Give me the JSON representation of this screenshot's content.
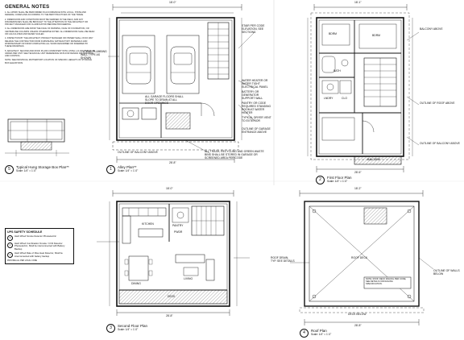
{
  "general_notes": {
    "title": "GENERAL NOTES",
    "paragraphs": [
      "1. ALL WORK SHALL BE PERFORMED IN ACCORDANCE WITH LOCAL, STATE AND FEDERAL CODES AND ACCORDING TO THE BEST PRACTICES OF THE TRADE.",
      "2. DIMENSIONS AND CONDITIONS MUST BE VERIFIED IN THE FIELD, AND ANY DISCREPANCIES SHALL BE BROUGHT TO THE ATTENTION OF THE ARCHITECT OR PROJECT MANAGER FOR CLARIFICATION BEFORE PROCEEDING.",
      "3. ALL DIMENSIONS ARE FROM THE FACE OF FRAMING, FACE OF FOUNDATION, OR CENTERLINE COLUMNS UNLESS OTHERWISE NOTED. ALL DIMENSIONS SHALL BE READ OR CALCULATED AND NEVER SCALED.",
      "4. INSPECTION BY THE ARCHITECT, PROJECT MANAGER OR OWNER SHALL IN NO WAY RELIEVE THE CONTRACTOR FROM FURNISHING SATISFACTORY MATERIALS AND WORKMANSHIP OR FROM COMPLETING ALL WORK DESCRIBED OR INFERRED BY THESE DRAWINGS.",
      "5. ARCHITECT, SECOND AND ROOF PLANS CONSISTENT WITH LISTEL L-D-A -1, THE PLAN VARIES PER UNIT. SEE TECHNICAL UNIT REFERENCE DATA FOR DESIGN INFORMATION AND CONTROL.",
      "NOTE: SEE INDIVIDUAL MATTERPORT LOCATION OF SPECIFIC HEIGHTS OF STORAGE BOX ELEVATIONS."
    ]
  },
  "plans": {
    "storage": {
      "num": "5",
      "title": "Typical Hung Storage Box Plan**",
      "scale": "Scale: 1/4\" = 1'-0\""
    },
    "alley": {
      "num": "1",
      "title": "Alley Plan**",
      "scale": "Scale: 1/4\" = 1'-0\""
    },
    "first": {
      "num": "2",
      "title": "First Floor Plan",
      "scale": "Scale: 1/4\" = 1'-0\""
    },
    "second": {
      "num": "3",
      "title": "Second Floor Plan",
      "scale": "Scale: 1/4\" = 1'-0\""
    },
    "roof": {
      "num": "4",
      "title": "Roof Plan",
      "scale": "Scale: 1/4\" = 1'-0\""
    }
  },
  "dimensions": {
    "alley_top": "18'-0\"",
    "alley_bottom": "28'-8\"",
    "first_top": "18'-1\"",
    "first_bottom": "28'-6\"",
    "second_top": "18'-0\"",
    "second_bottom": "28'-8\"",
    "roof_top": "18'-2\"",
    "roof_bottom": "28'-8\""
  },
  "alley_labels": {
    "wall_note": "TYPICAL PLUMBING WALL TYPE AS SHOWN",
    "garage_note": "ALL GARAGE FLOORS SHALL SLOPE TO DRAIN AT ALL DOOR OPENINGS",
    "stair_note": "STAIR PER CODE ELEVATION, SEE SECTIONS",
    "callout_1": "WATER HEATER OR WATER TIGHT ELECTRICAL PANEL",
    "callout_2": "BATTERY OR GENERATOR SUPPORT WALL",
    "callout_3": "PANTRY OR CODE REQUIRED STANDING ROOM AT WATER HEATER",
    "callout_4": "TYPICAL DRYER VENT TO EXTERIOR",
    "callout_5": "OUTLINE OF GARAGE ENTRANCE ABOVE",
    "callout_6": "OUTLINE OF BALCONY ABOVE",
    "bottom_note": "ALL TRASH, RECYCLING AND GREEN WASTE BINS SHALL BE STORED IN GARAGE OR SCREENED AREA PER CODE"
  },
  "first_labels": {
    "bedroom_1": "BDRM",
    "bedroom_2": "BDRM",
    "bath": "BATH",
    "laundry": "LNDRY",
    "closet": "CLO",
    "balcony": "BALCONY",
    "note_1": "BALCONY ABOVE",
    "note_2": "OUTLINE OF ROOF ABOVE",
    "note_3": "OUTLINE OF BALCONY ABOVE"
  },
  "second_labels": {
    "kitchen": "KITCHEN",
    "dining": "DINING",
    "living": "LIVING",
    "deck": "DECK",
    "pantry": "PANTRY",
    "powder": "PWDR"
  },
  "roof_labels": {
    "roof_deck": "ROOF DECK",
    "note": "NOTE: Roof deck railing per code, see details for railing specification.",
    "deck_below": "DECK BELOW",
    "left_note": "Roof Drain, Typ. see details",
    "right_note": "Outline of walls below"
  },
  "ups_schedule": {
    "title": "UPS SAFETY SCHEDULE",
    "items": [
      {
        "sym": "S",
        "text": "Hard Wired Smoke Detector Photoelectric"
      },
      {
        "sym": "C",
        "text": "Hard Wired Combination Smoke / CO2 Detector Photoelectric, Shall be interconnected with Battery Backup"
      },
      {
        "sym": "H",
        "text": "Hard Wired Rate of Rise Heat Detector, Shall be interconnected with battery backup"
      }
    ],
    "footer": "PROVIDE ALL PER LOCAL CODE"
  },
  "colors": {
    "ink": "#111111",
    "paper": "#ffffff",
    "hatch": "#555555"
  }
}
